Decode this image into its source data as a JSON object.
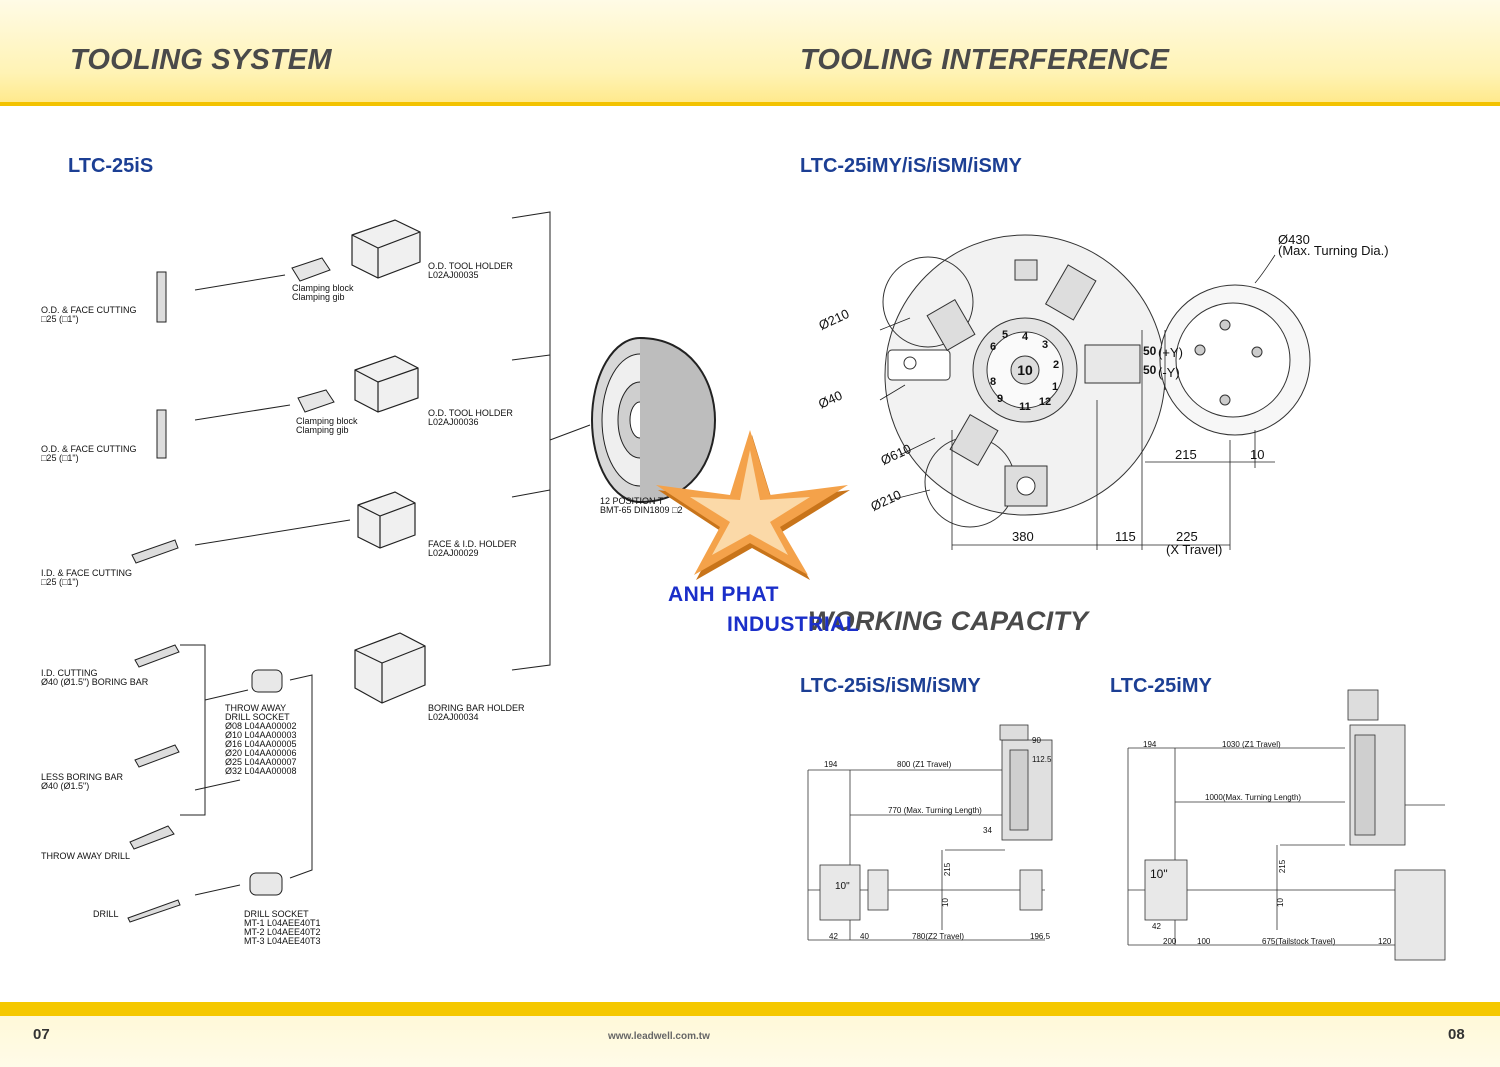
{
  "header": {
    "left_title": "TOOLING SYSTEM",
    "right_title": "TOOLING INTERFERENCE",
    "working_title": "WORKING CAPACITY"
  },
  "models": {
    "tooling_system": "LTC-25iS",
    "interference": "LTC-25iMY/iS/iSM/iSMY",
    "capacity_left": "LTC-25iS/iSM/iSMY",
    "capacity_right": "LTC-25iMY"
  },
  "tools": {
    "od_face_1": [
      "O.D. & FACE CUTTING",
      "□25 (□1\")"
    ],
    "od_face_2": [
      "O.D. & FACE CUTTING",
      "□25 (□1\")"
    ],
    "id_face": [
      "I.D. & FACE CUTTING",
      "□25 (□1\")"
    ],
    "id_cutting": [
      "I.D. CUTTING",
      "Ø40 (Ø1.5\") BORING BAR"
    ],
    "less_boring": [
      "LESS BORING BAR",
      "Ø40 (Ø1.5\")"
    ],
    "throw_away_drill": "THROW AWAY DRILL",
    "drill": "DRILL"
  },
  "holders": {
    "clamp_1": [
      "Clamping block",
      "Clamping gib"
    ],
    "clamp_2": [
      "Clamping block",
      "Clamping gib"
    ],
    "od_holder_1": [
      "O.D. TOOL HOLDER",
      "L02AJ00035"
    ],
    "od_holder_2": [
      "O.D. TOOL HOLDER",
      "L02AJ00036"
    ],
    "face_id_holder": [
      "FACE & I.D. HOLDER",
      "L02AJ00029"
    ],
    "boring_holder": [
      "BORING BAR HOLDER",
      "L02AJ00034"
    ],
    "turret": [
      "12 POSITION T",
      "BMT-65 DIN1809 □2"
    ],
    "throw_away_socket": [
      "THROW AWAY",
      "DRILL SOCKET",
      "Ø08 L04AA00002",
      "Ø10 L04AA00003",
      "Ø16 L04AA00005",
      "Ø20 L04AA00006",
      "Ø25 L04AA00007",
      "Ø32 L04AA00008"
    ],
    "drill_socket": [
      "DRILL SOCKET",
      "MT-1 L04AEE40T1",
      "MT-2 L04AEE40T2",
      "MT-3 L04AEE40T3"
    ]
  },
  "interference_dims": {
    "d430": "Ø430",
    "max_turning": "(Max. Turning Dia.)",
    "d210_top": "Ø210",
    "d40": "Ø40",
    "d610": "Ø610",
    "d210_bottom": "Ø210",
    "d380": "380",
    "d115": "115",
    "d225": "225",
    "x_travel": "(X Travel)",
    "d215": "215",
    "d10": "10",
    "d50a": "50",
    "d50b": "50",
    "plus_y": "(+Y)",
    "minus_y": "(-Y)"
  },
  "capacity_left_dims": {
    "a194": "194",
    "z1": "800 (Z1 Travel)",
    "d90": "90",
    "d1125": "112.5",
    "maxlen": "770 (Max. Turning Length)",
    "d34": "34",
    "d215": "215",
    "d10": "10",
    "chuck": "10\"",
    "d42": "42",
    "d40": "40",
    "z2": "780(Z2 Travel)",
    "d1965": "196.5"
  },
  "capacity_right_dims": {
    "a194": "194",
    "z1": "1030 (Z1 Travel)",
    "maxlen": "1000(Max. Turning Length)",
    "d215": "215",
    "d10": "10",
    "chuck": "10\"",
    "d42": "42",
    "d200": "200",
    "d100": "100",
    "tail": "675(Tailstock Travel)",
    "d120": "120"
  },
  "watermark": {
    "line1": "ANH PHAT",
    "line2": "INDUSTRIAL"
  },
  "footer": {
    "page_left": "07",
    "page_right": "08",
    "url": "www.leadwell.com.tw"
  },
  "colors": {
    "accent_yellow": "#f5c800",
    "model_blue": "#1c3f94",
    "watermark_blue": "#1b2fc9",
    "star_orange": "#f29a3a"
  }
}
